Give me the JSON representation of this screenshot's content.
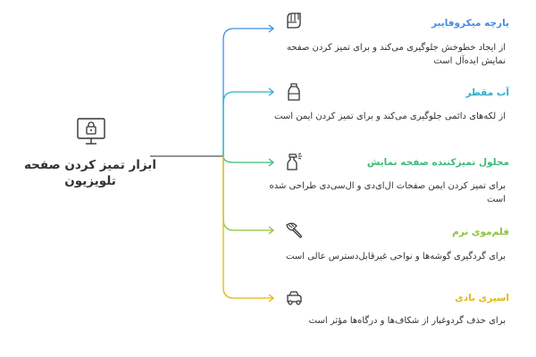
{
  "center": {
    "title": "ابزار تمیز کردن صفحه تلویزیون"
  },
  "items": [
    {
      "title": "پارچه میکروفایبر",
      "desc": "از ایجاد خطوخش جلوگیری می‌کند و برای تمیز کردن صفحه نمایش ایده‌آل است",
      "color": "#3f8ee8",
      "icon": "cloth-icon"
    },
    {
      "title": "آب مقطر",
      "desc": "از لکه‌های دائمی جلوگیری می‌کند و برای تمیز کردن ایمن است",
      "color": "#2bb0c9",
      "icon": "water-bottle-icon"
    },
    {
      "title": "محلول تمیزکننده صفحه نمایش",
      "desc": "برای تمیز کردن ایمن صفحات ال‌ای‌دی و ال‌سی‌دی طراحی شده است",
      "color": "#3dbb78",
      "icon": "spray-bottle-icon"
    },
    {
      "title": "قلم‌موی نرم",
      "desc": "برای گردگیری گوشه‌ها و نواحی غیرقابل‌دسترس عالی است",
      "color": "#8cc43c",
      "icon": "brush-icon"
    },
    {
      "title": "اسپری بادی",
      "desc": "برای حذف گردوغبار از شکاف‌ها و درگاه‌ها مؤثر است",
      "color": "#e3b80e",
      "icon": "air-duster-icon"
    }
  ]
}
